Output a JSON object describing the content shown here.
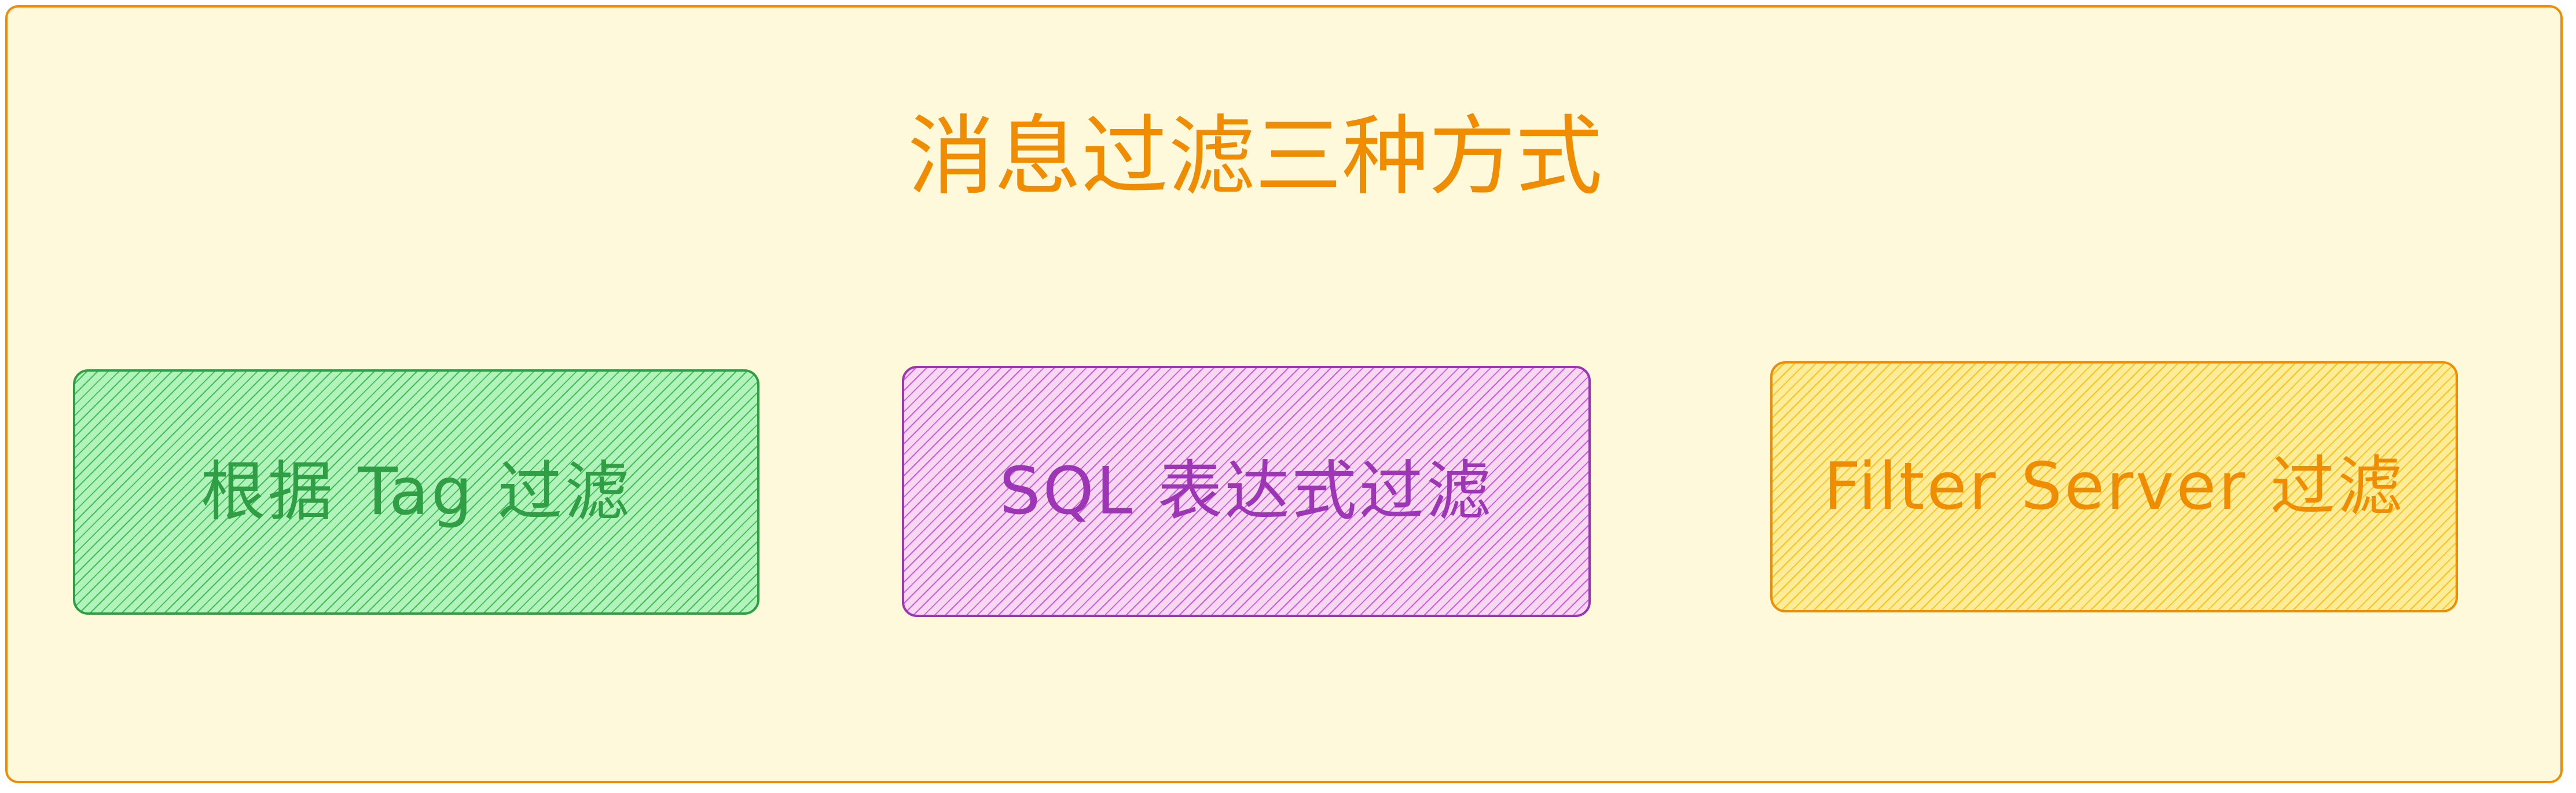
{
  "diagram": {
    "background_color": "#fff9db",
    "border_color": "#f08c00",
    "title": {
      "text": "消息过滤三种方式",
      "color": "#f08c00"
    },
    "methods": [
      {
        "label": "根据 Tag 过滤",
        "text_color": "#2f9e44",
        "border_color": "#2f9e44",
        "fill_color": "#b2f2bb",
        "hatch_color": "#40c057"
      },
      {
        "label": "SQL 表达式过滤",
        "text_color": "#9c36b5",
        "border_color": "#9c36b5",
        "fill_color": "#f8d7f1",
        "hatch_color": "#cc5de8"
      },
      {
        "label": "Filter Server 过滤",
        "text_color": "#f08c00",
        "border_color": "#f08c00",
        "fill_color": "#ffec99",
        "hatch_color": "#fcc419"
      }
    ]
  }
}
